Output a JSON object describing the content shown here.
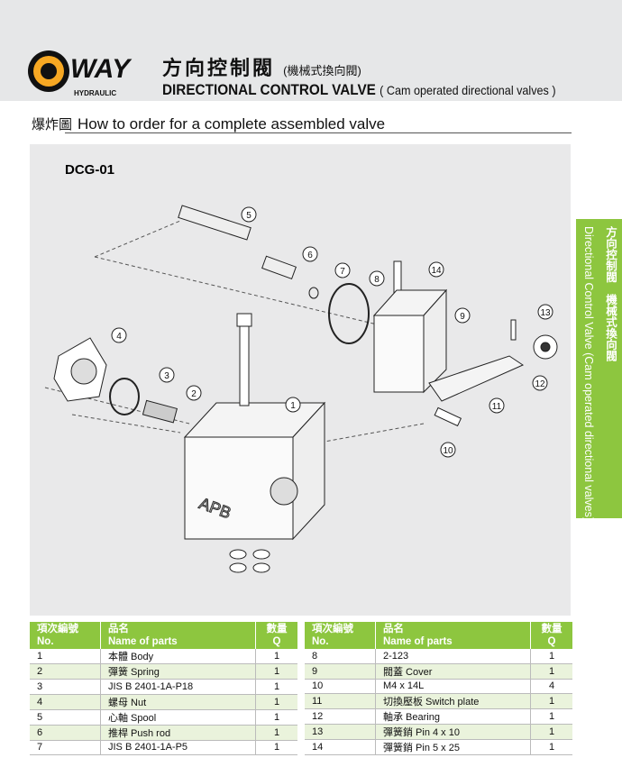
{
  "header": {
    "brand": "WAY",
    "brand_sub": "HYDRAULIC",
    "title_cn": "方向控制閥",
    "title_cn_sub": "(機械式換向閥)",
    "title_en": "DIRECTIONAL CONTROL VALVE",
    "title_en_sub": "( Cam operated directional valves )"
  },
  "section": {
    "label_cn": "爆炸圖",
    "title": "How to order for a complete assembled valve"
  },
  "diagram": {
    "model": "DCG-01",
    "body_mark": "APB",
    "callouts": [
      "1",
      "2",
      "3",
      "4",
      "5",
      "6",
      "7",
      "8",
      "9",
      "10",
      "11",
      "12",
      "13",
      "14"
    ]
  },
  "side_tab": {
    "cn": "方向控制閥　機械式換向閥",
    "en": "Directional Control Valve (Cam operated directional valves)"
  },
  "table_headers": {
    "no_cn": "項次編號",
    "no_en": "No.",
    "name_cn": "品名",
    "name_en": "Name of parts",
    "q_cn": "數量",
    "q_en": "Q"
  },
  "parts_left": [
    [
      "1",
      "本體 Body",
      "1"
    ],
    [
      "2",
      "彈簧 Spring",
      "1"
    ],
    [
      "3",
      "JIS B 2401-1A-P18",
      "1"
    ],
    [
      "4",
      "螺母 Nut",
      "1"
    ],
    [
      "5",
      "心軸 Spool",
      "1"
    ],
    [
      "6",
      "推桿 Push rod",
      "1"
    ],
    [
      "7",
      "JIS B 2401-1A-P5",
      "1"
    ]
  ],
  "parts_right": [
    [
      "8",
      "2-123",
      "1"
    ],
    [
      "9",
      "閥蓋 Cover",
      "1"
    ],
    [
      "10",
      "M4 x 14L",
      "4"
    ],
    [
      "11",
      "切換壓板 Switch plate",
      "1"
    ],
    [
      "12",
      "軸承 Bearing",
      "1"
    ],
    [
      "13",
      "彈簧銷 Pin 4 x 10",
      "1"
    ],
    [
      "14",
      "彈簧銷 Pin 5 x 25",
      "1"
    ]
  ],
  "colors": {
    "accent": "#8dc63f",
    "logo_orange": "#f7a823"
  }
}
